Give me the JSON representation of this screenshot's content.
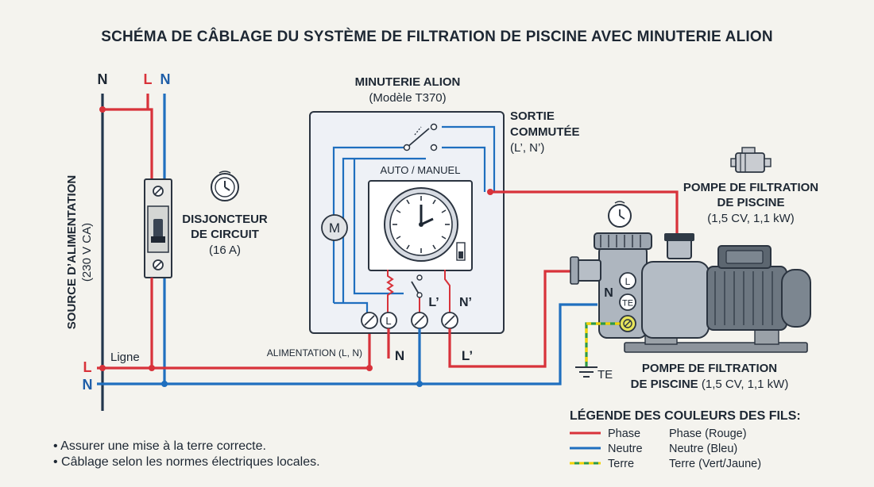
{
  "title": "SCHÉMA DE CÂBLAGE DU SYSTÈME DE FILTRATION DE PISCINE AVEC MINUTERIE ALION",
  "bus_labels": {
    "n_left": "N",
    "l_top": "L",
    "n_top": "N",
    "l_bottom": "L",
    "n_bottom": "N",
    "ligne": "Ligne"
  },
  "source": {
    "line1": "SOURCE D’ALIMENTATION",
    "line2": "(230 V CA)"
  },
  "breaker": {
    "line1": "DISJONCTEUR",
    "line2": "DE CIRCUIT",
    "line3": "(16 A)"
  },
  "timer": {
    "title": "MINUTERIE ALION",
    "model": "(Modèle T370)",
    "mode": "AUTO / MANUEL",
    "motor_symbol": "M",
    "term_l_prime": "L’",
    "term_n_prime": "N’",
    "term_l": "L",
    "supply_label": "ALIMENTATION (L, N)",
    "wire_n": "N",
    "wire_l_prime": "L’"
  },
  "switched_output": {
    "line1": "SORTIE",
    "line2": "COMMUTÉE",
    "line3": "(L’, N’)"
  },
  "pump_top": {
    "line1": "POMPE DE FILTRATION",
    "line2": "DE PISCINE",
    "line3": "(1,5 CV, 1,1 kW)"
  },
  "pump_bottom": {
    "line1": "POMPE DE FILTRATION",
    "line2a": "DE PISCINE",
    "line2b": " (1,5 CV, 1,1 kW)"
  },
  "pump_terminals": {
    "n": "N",
    "l": "L",
    "te": "TE"
  },
  "ground_label": "TE",
  "legend": {
    "heading": "LÉGENDE DES COULEURS DES FILS:",
    "items": [
      {
        "name": "Phase",
        "desc": "Phase (Rouge)",
        "color": "#d8323a"
      },
      {
        "name": "Neutre",
        "desc": "Neutre (Bleu)",
        "color": "#1f6fbf"
      },
      {
        "name": "Terre",
        "desc": "Terre (Vert/Jaune)",
        "color": "#2f9a42"
      }
    ]
  },
  "notes": [
    "• Assurer une mise à la terre correcte.",
    "• Câblage selon les normes électriques locales."
  ]
}
